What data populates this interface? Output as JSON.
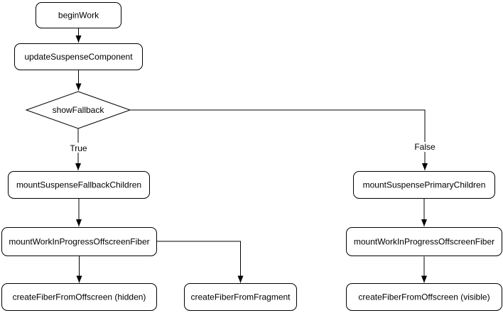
{
  "diagram": {
    "type": "flowchart",
    "background": "#ffffff",
    "colors": {
      "node_fill": "#ffffff",
      "node_stroke": "#000000",
      "edge_stroke": "#000000",
      "text": "#000000"
    },
    "nodes": {
      "begin_work": {
        "label": "beginWork",
        "shape": "rounded-rect"
      },
      "update_suspense_component": {
        "label": "updateSuspenseComponent",
        "shape": "rounded-rect"
      },
      "show_fallback": {
        "label": "showFallback",
        "shape": "diamond"
      },
      "mount_suspense_fallback_children": {
        "label": "mountSuspenseFallbackChildren",
        "shape": "rounded-rect"
      },
      "mount_suspense_primary_children": {
        "label": "mountSuspensePrimaryChildren",
        "shape": "rounded-rect"
      },
      "mount_work_in_progress_offscreen_fiber": {
        "label": "mountWorkInProgressOffscreenFiber",
        "shape": "rounded-rect"
      },
      "create_fiber_from_offscreen_hidden": {
        "label": "createFiberFromOffscreen (hidden)",
        "shape": "rounded-rect"
      },
      "create_fiber_from_fragment": {
        "label": "createFiberFromFragment",
        "shape": "rounded-rect"
      },
      "create_fiber_from_offscreen_visible": {
        "label": "createFiberFromOffscreen (visible)",
        "shape": "rounded-rect"
      }
    },
    "edge_labels": {
      "true_label": "True",
      "false_label": "False"
    },
    "edges": [
      {
        "from": "beginWork",
        "to": "updateSuspenseComponent",
        "label": ""
      },
      {
        "from": "updateSuspenseComponent",
        "to": "showFallback",
        "label": ""
      },
      {
        "from": "showFallback",
        "to": "mountSuspenseFallbackChildren",
        "label": "True"
      },
      {
        "from": "showFallback",
        "to": "mountSuspensePrimaryChildren",
        "label": "False"
      },
      {
        "from": "mountSuspenseFallbackChildren",
        "to": "mountWorkInProgressOffscreenFiber",
        "label": ""
      },
      {
        "from": "mountWorkInProgressOffscreenFiber",
        "to": "createFiberFromOffscreen (hidden)",
        "label": ""
      },
      {
        "from": "mountWorkInProgressOffscreenFiber",
        "to": "createFiberFromFragment",
        "label": ""
      },
      {
        "from": "mountSuspensePrimaryChildren",
        "to": "mountWorkInProgressOffscreenFiber",
        "label": ""
      },
      {
        "from": "mountWorkInProgressOffscreenFiber",
        "to": "createFiberFromOffscreen (visible)",
        "label": ""
      }
    ]
  }
}
